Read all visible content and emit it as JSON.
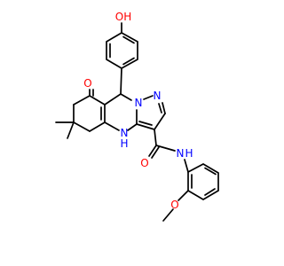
{
  "molecule": {
    "atoms": {
      "phenol_oh": "OH",
      "ketone_o": "O",
      "pyrazole_n": "N",
      "ring_n": "N",
      "ring_nh": "N",
      "ring_nh_h": "H",
      "amide_o": "O",
      "amide_n": "N",
      "amide_h": "H",
      "methoxy_o": "O"
    },
    "colors": {
      "oxygen": "#ff0000",
      "nitrogen": "#0000ff",
      "bond": "#000000"
    }
  }
}
